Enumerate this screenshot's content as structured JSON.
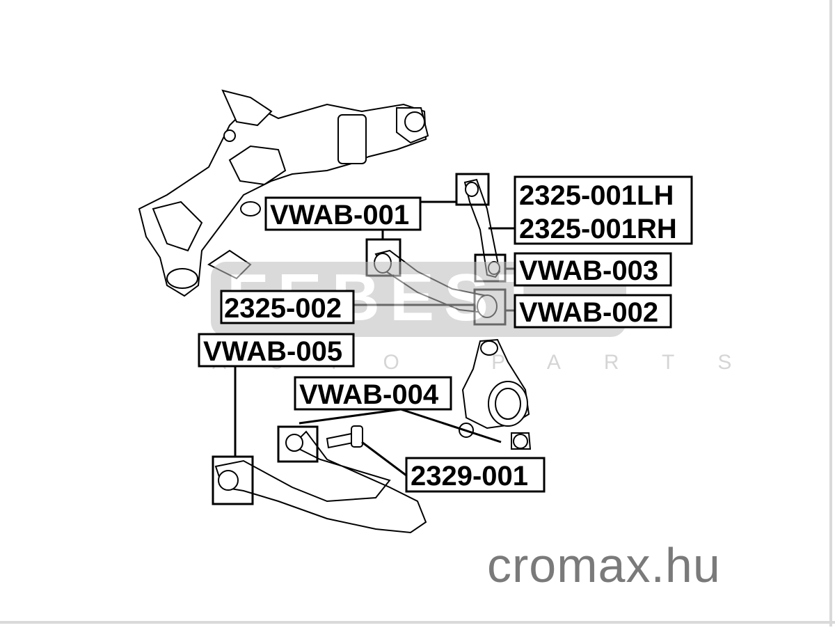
{
  "labels": {
    "vwab_001": "VWAB-001",
    "vwab_002": "VWAB-002",
    "vwab_003": "VWAB-003",
    "vwab_004": "VWAB-004",
    "vwab_005": "VWAB-005",
    "p2325_001lh": "2325-001LH",
    "p2325_001rh": "2325-001RH",
    "p2325_002": "2325-002",
    "p2329_001": "2329-001"
  },
  "watermark": {
    "brand": "FEBEST",
    "tagline": "AUTO PARTS"
  },
  "site": "cromax.hu",
  "colors": {
    "line": "#000000",
    "watermark": "#bdbdbd",
    "site_text": "#7a7a7a"
  }
}
